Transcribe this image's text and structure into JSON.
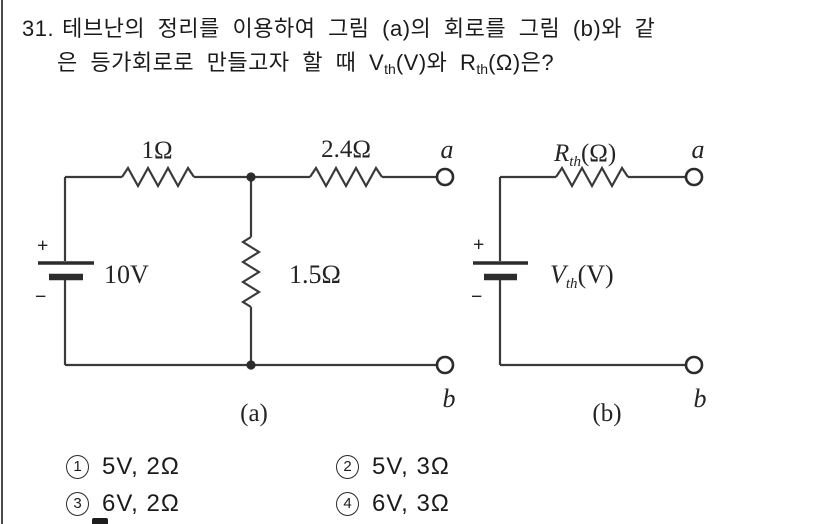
{
  "question": {
    "number": "31.",
    "line1": "테브난의 정리를 이용하여 그림 (a)의 회로를 그림 (b)와 같",
    "line2_parts": {
      "p0": "은 등가회로로 만들고자 할 때 V",
      "p1": "th",
      "p2": "(V)와 R",
      "p3": "th",
      "p4": "(Ω)은?"
    }
  },
  "circuit_a": {
    "r1_label": "1Ω",
    "r2_label": "2.4Ω",
    "r3_label": "1.5Ω",
    "source_label": "10V",
    "plus": "+",
    "minus": "−",
    "terminal_a": "a",
    "terminal_b": "b",
    "caption": "(a)"
  },
  "circuit_b": {
    "r_main": "R",
    "r_sub": "th",
    "r_unit": "(Ω)",
    "source_main": "V",
    "source_sub": "th",
    "source_unit": "(V)",
    "plus": "+",
    "minus": "−",
    "terminal_a": "a",
    "terminal_b": "b",
    "caption": "(b)"
  },
  "options": [
    {
      "num": "1",
      "label": "5V, 2Ω"
    },
    {
      "num": "2",
      "label": "5V, 3Ω"
    },
    {
      "num": "3",
      "label": "6V, 2Ω"
    },
    {
      "num": "4",
      "label": "6V, 3Ω"
    }
  ],
  "colors": {
    "ink": "#1b1b1b",
    "wire": "#3a3a3a",
    "background": "#ffffff"
  }
}
